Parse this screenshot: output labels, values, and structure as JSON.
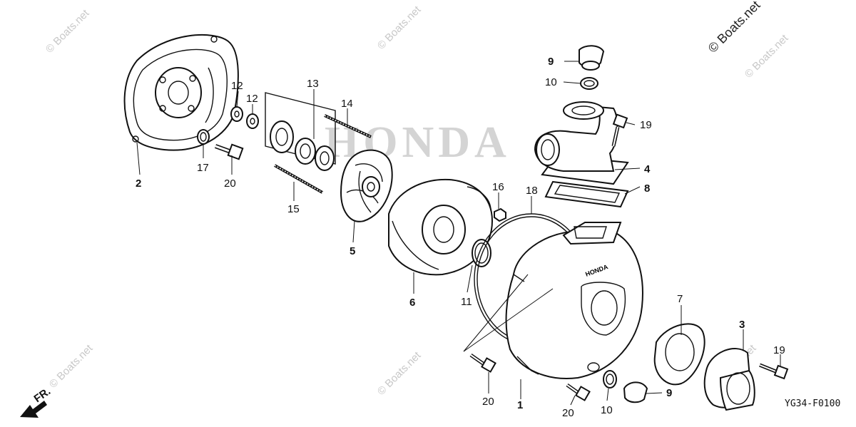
{
  "diagram": {
    "figure_code": "YG34-F0100",
    "direction_label": "FR.",
    "background_logo_text": "HONDA",
    "casting_mark_text": "HONDA",
    "watermarks": [
      "© Boats.net",
      "© Boats.net",
      "© Boats.net",
      "© Boats.net",
      "© Boats.net",
      "© Boats.net",
      "© Boats.net"
    ],
    "callouts": {
      "c1": "1",
      "c2": "2",
      "c3": "3",
      "c4": "4",
      "c5": "5",
      "c6": "6",
      "c7": "7",
      "c8": "8",
      "c9a": "9",
      "c9b": "9",
      "c10a": "10",
      "c10b": "10",
      "c11": "11",
      "c12a": "12",
      "c12b": "12",
      "c13": "13",
      "c14": "14",
      "c15": "15",
      "c16": "16",
      "c17": "17",
      "c18": "18",
      "c19a": "19",
      "c19b": "19",
      "c20a": "20",
      "c20b": "20",
      "c20c": "20"
    }
  }
}
